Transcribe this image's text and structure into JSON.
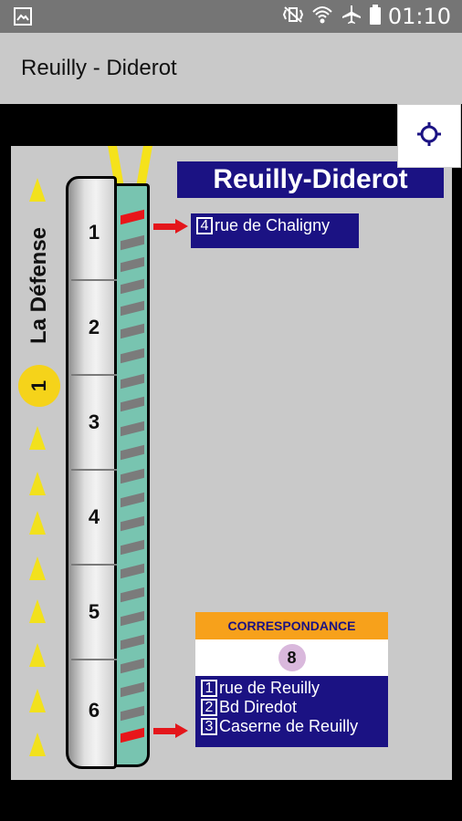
{
  "status_bar": {
    "time": "01:10",
    "icons": [
      "gallery-icon",
      "vibrate-icon",
      "wifi-icon",
      "airplane-icon",
      "battery-icon"
    ]
  },
  "app_bar": {
    "title": "Reuilly - Diderot"
  },
  "map": {
    "locate_button_icon": "crosshair-icon",
    "direction": "La Défense",
    "line_number": "1",
    "station_name": "Reuilly-Diderot",
    "cars": [
      "1",
      "2",
      "3",
      "4",
      "5",
      "6"
    ],
    "exit_top": {
      "number": "4",
      "label": "rue de Chaligny"
    },
    "correspondance": {
      "title": "CORRESPONDANCE",
      "line": "8"
    },
    "exits_bottom": [
      {
        "number": "1",
        "label": "rue de Reuilly"
      },
      {
        "number": "2",
        "label": "Bd Diredot"
      },
      {
        "number": "3",
        "label": "Caserne de Reuilly"
      }
    ],
    "colors": {
      "station_bg": "#1b1283",
      "correspondance_header": "#f7a11b",
      "line1": "#f5d31a",
      "line8": "#d9b8dc",
      "exit_marker": "#e4161b"
    }
  }
}
